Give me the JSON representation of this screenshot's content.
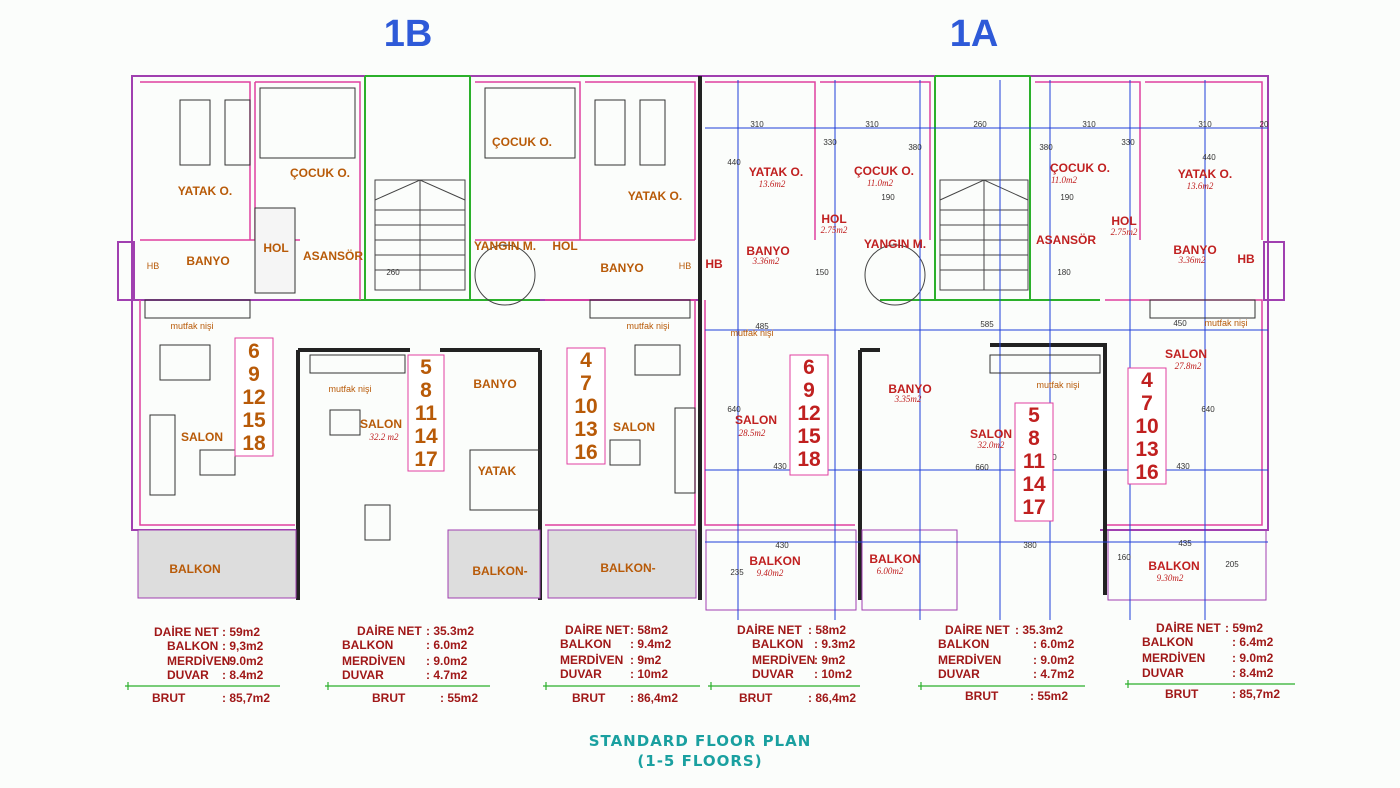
{
  "buildings": {
    "left": "1B",
    "right": "1A"
  },
  "title": {
    "line1": "STANDARD FLOOR PLAN",
    "line2": "(1-5 FLOORS)"
  },
  "rooms": {
    "yatak": "YATAK O.",
    "cocuk": "ÇOCUK O.",
    "hol": "HOL",
    "banyo": "BANYO",
    "asansor": "ASANSÖR",
    "yangin": "YANGIN M.",
    "hb": "HB",
    "mutfak": "mutfak nişi",
    "salon": "SALON",
    "yatak_small": "YATAK",
    "balkon": "BALKON",
    "balkon_dash": "BALKON-"
  },
  "areas": {
    "yatak_1a_left": "13.6m2",
    "cocuk_1a_left": "11.0m2",
    "hol_1a_left": "2.75m2",
    "banyo_1a_left": "3.36m2",
    "salon_1a_left": "28.5m2",
    "balkon_1a_left": "9.40m2",
    "banyo_1a_mid": "3.35m2",
    "salon_1a_mid": "32.0m2",
    "balkon_1a_mid": "6.00m2",
    "cocuk_1a_right": "11.0m2",
    "hol_1a_right": "2.75m2",
    "yatak_1a_right": "13.6m2",
    "banyo_1a_right": "3.36m2",
    "salon_1a_right": "27.8m2",
    "balkon_1a_right": "9.30m2",
    "salon_1b_mid": "32.2 m2"
  },
  "dimensions": {
    "d310": "310",
    "d260": "260",
    "d440": "440",
    "d330": "330",
    "d380": "380",
    "d585": "585",
    "d485": "485",
    "d450": "450",
    "d430": "430",
    "d660": "660",
    "d640": "640",
    "d435": "435",
    "d205": "205",
    "d235": "235",
    "d160": "160",
    "d600": "600",
    "d190": "190",
    "d180": "180",
    "d150": "150",
    "d20": "20"
  },
  "floors": {
    "u1_l1": "6",
    "u1_l2": "9",
    "u1_l3": "12",
    "u1_l4": "15",
    "u1_l5": "18",
    "u2_l1": "5",
    "u2_l2": "8",
    "u2_l3": "11",
    "u2_l4": "14",
    "u2_l5": "17",
    "u3_l1": "4",
    "u3_l2": "7",
    "u3_l3": "10",
    "u3_l4": "13",
    "u3_l5": "16",
    "u4_l1": "6",
    "u4_l2": "9",
    "u4_l3": "12",
    "u4_l4": "15",
    "u4_l5": "18",
    "u5_l1": "5",
    "u5_l2": "8",
    "u5_l3": "11",
    "u5_l4": "14",
    "u5_l5": "17",
    "u6_l1": "4",
    "u6_l2": "7",
    "u6_l3": "10",
    "u6_l4": "13",
    "u6_l5": "16"
  },
  "colors": {
    "building_label": "#2e5ad8",
    "floor_numbers": "#c02020",
    "stats": "#a01818",
    "title": "#1aa0a0",
    "walls": "#9b2fa0",
    "dimension_lines": "#1f3fd8"
  },
  "stats": {
    "labels": {
      "net": "DAİRE NET",
      "balkon": "BALKON",
      "merdiven": "MERDİVEN",
      "duvar": "DUVAR",
      "brut": "BRUT"
    },
    "u1": {
      "net": ": 59m2",
      "balkon": ": 9,3m2",
      "merdiven": ": 9.0m2",
      "duvar": ": 8.4m2",
      "brut": ": 85,7m2"
    },
    "u2": {
      "net": ": 35.3m2",
      "balkon": ": 6.0m2",
      "merdiven": ": 9.0m2",
      "duvar": ": 4.7m2",
      "brut": ": 55m2"
    },
    "u3": {
      "net": ": 58m2",
      "balkon": ": 9.4m2",
      "merdiven": ": 9m2",
      "duvar": ": 10m2",
      "brut": ": 86,4m2"
    },
    "u4": {
      "net": ": 58m2",
      "balkon": ": 9.3m2",
      "merdiven": ": 9m2",
      "duvar": ": 10m2",
      "brut": ": 86,4m2"
    },
    "u5": {
      "net": ": 35.3m2",
      "balkon": ": 6.0m2",
      "merdiven": ": 9.0m2",
      "duvar": ": 4.7m2",
      "brut": ": 55m2"
    },
    "u6": {
      "net": ": 59m2",
      "balkon": ": 6.4m2",
      "merdiven": ": 9.0m2",
      "duvar": ": 8.4m2",
      "brut": ": 85,7m2"
    }
  }
}
